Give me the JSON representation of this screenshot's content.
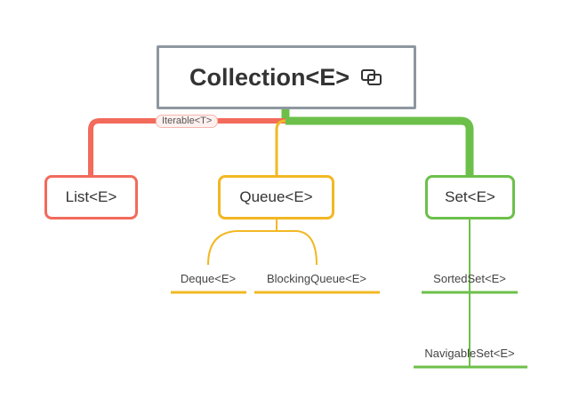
{
  "root": {
    "label": "Collection<E>",
    "icon": "linked-copy-icon"
  },
  "edge_label": "Iterable<T>",
  "children": {
    "list": "List<E>",
    "queue": "Queue<E>",
    "set": "Set<E>"
  },
  "queue_children": {
    "deque": "Deque<E>",
    "blocking_queue": "BlockingQueue<E>"
  },
  "set_children": {
    "sorted_set": "SortedSet<E>",
    "navigable_set": "NavigableSet<E>"
  },
  "colors": {
    "root_border": "#8d97a0",
    "list": "#f26b5b",
    "queue": "#f2b824",
    "set": "#6cc04a"
  }
}
